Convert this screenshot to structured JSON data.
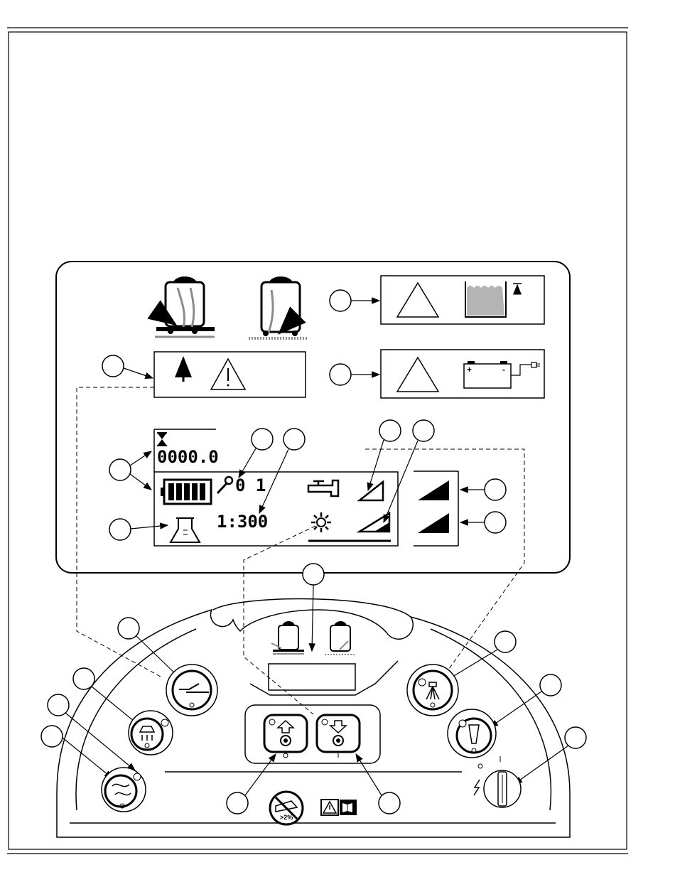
{
  "display": {
    "hour_counter": "0000.0",
    "service_code": "0 1",
    "dilution_ratio": "1:300"
  },
  "labels": {
    "slope_warning": ">2%"
  },
  "callouts": [],
  "icons": [
    "squeegee-down-icon",
    "squeegee-up-icon",
    "warning-triangle-icon",
    "tank-full-icon",
    "battery-charger-icon",
    "hourglass-icon",
    "battery-gauge-icon",
    "wrench-icon",
    "water-faucet-icon",
    "solution-flow-icon",
    "brush-pressure-icon",
    "detergent-beaker-icon",
    "arrow-up-icon",
    "arrow-down-icon",
    "key-switch-icon",
    "spray-nozzle-icon",
    "vacuum-icon",
    "horn-icon"
  ],
  "colors": {
    "line": "#000000",
    "grey": "#8c8c8c",
    "fill_grey": "#b4b4b4"
  }
}
